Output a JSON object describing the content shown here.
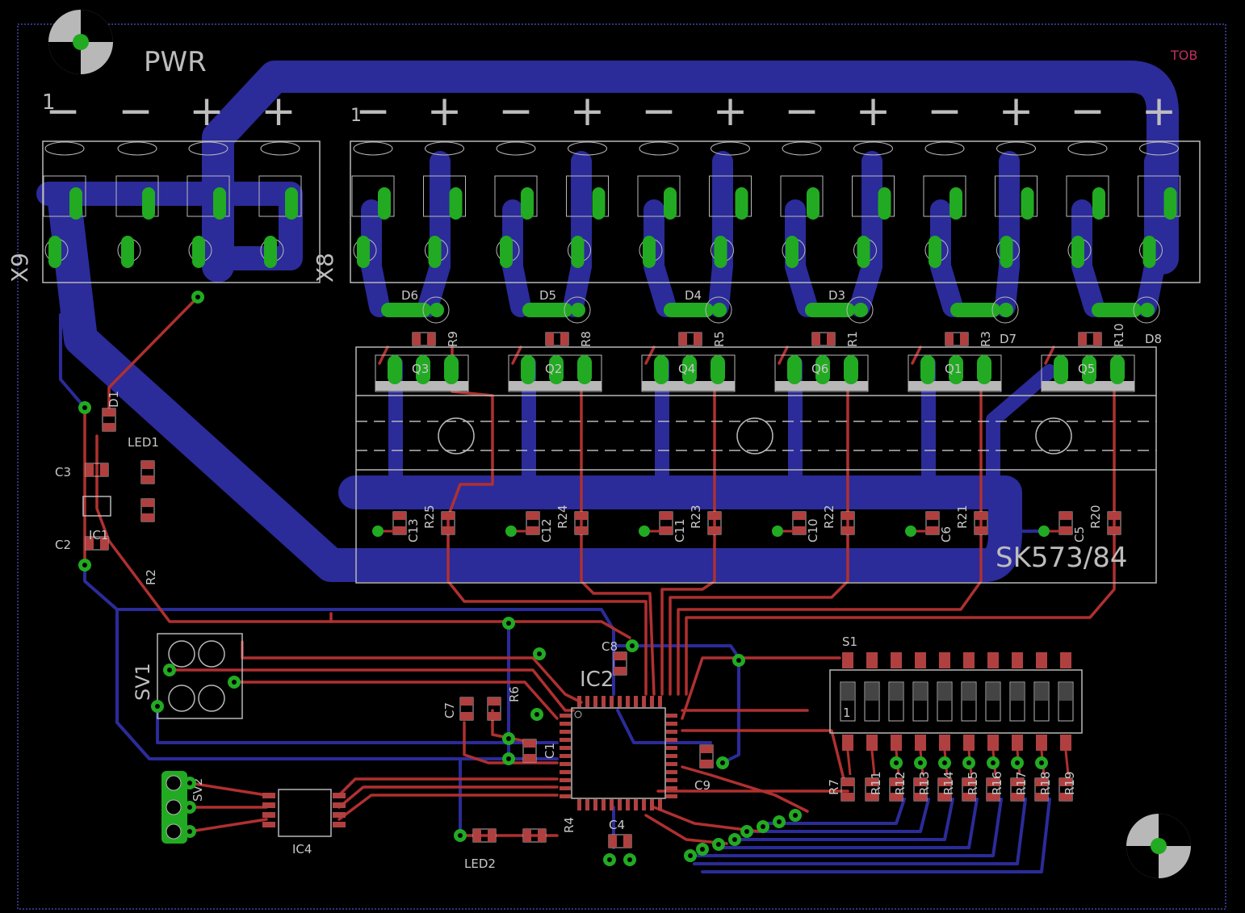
{
  "board": {
    "pwr_label": "PWR",
    "top_label": "TOB",
    "heatsink_label": "SK573/84",
    "x9_label": "X9",
    "x8_label": "X8",
    "x9_signs": [
      "−",
      "−",
      "+",
      "+"
    ],
    "x9_pin1": "1",
    "x8_signs": [
      "−",
      "+",
      "−",
      "+",
      "−",
      "+",
      "−",
      "+",
      "−",
      "+",
      "−",
      "+"
    ],
    "x8_pin1": "1"
  },
  "diodes": [
    {
      "label": "D6"
    },
    {
      "label": "D5"
    },
    {
      "label": "D4"
    },
    {
      "label": "D3"
    },
    {
      "label": "D7"
    },
    {
      "label": "D8"
    }
  ],
  "transistors": [
    "Q3",
    "Q2",
    "Q4",
    "Q6",
    "Q1",
    "Q5"
  ],
  "top_resistors": [
    "R9",
    "R8",
    "R5",
    "R1",
    "R3",
    "R10"
  ],
  "caps_bottom": [
    "C13",
    "C12",
    "C11",
    "C10",
    "C6",
    "C5"
  ],
  "res_bottom": [
    "R25",
    "R24",
    "R23",
    "R22",
    "R21",
    "R20"
  ],
  "left_parts": {
    "d1": "D1",
    "led1": "LED1",
    "c3": "C3",
    "c2": "C2",
    "ic1": "IC1",
    "r2": "R2"
  },
  "middle_parts": {
    "sv1": "SV1",
    "sv2": "SV2",
    "c8": "C8",
    "ic2": "IC2",
    "c7": "C7",
    "r6": "R6",
    "c1": "C1",
    "c9": "C9",
    "r4": "R4",
    "c4": "C4",
    "led2": "LED2",
    "ic4": "IC4"
  },
  "dip": {
    "label": "S1",
    "pin1": "1"
  },
  "dip_resistors": [
    "R7",
    "R11",
    "R12",
    "R13",
    "R14",
    "R15",
    "R16",
    "R17",
    "R18",
    "R19"
  ],
  "colors": {
    "bottom_copper": "#2b2b9a",
    "top_copper": "#b03030",
    "via": "#22aa22",
    "silk": "#c8c8c8",
    "pad_red": "#b04040"
  }
}
